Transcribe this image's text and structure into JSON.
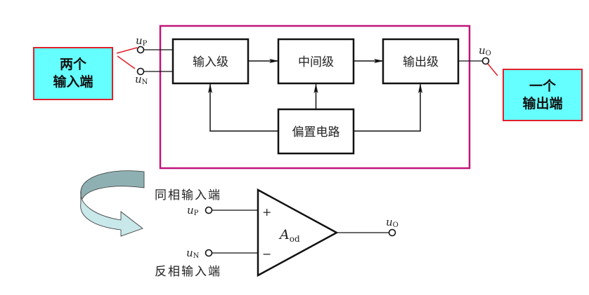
{
  "colors": {
    "outer_frame": "#c0157a",
    "callout_fill": "#66ffff",
    "callout_border": "#e0202a",
    "callout_leader": "#e0202a",
    "line": "#111111",
    "arrow_light": "#c8e8ea",
    "arrow_dark": "#8fb0b2"
  },
  "block_diagram": {
    "blocks": {
      "input_stage": "输入级",
      "middle_stage": "中间级",
      "output_stage": "输出级",
      "bias_circuit": "偏置电路"
    },
    "terminals": {
      "noninverting": {
        "symbol": "u",
        "subscript": "P"
      },
      "inverting": {
        "symbol": "u",
        "subscript": "N"
      },
      "output": {
        "symbol": "u",
        "subscript": "O"
      }
    }
  },
  "callouts": {
    "inputs": {
      "line1": "两个",
      "line2": "输入端"
    },
    "output": {
      "line1": "一个",
      "line2": "输出端"
    }
  },
  "opamp_symbol": {
    "noninverting_label": "同相输入端",
    "inverting_label": "反相输入端",
    "plus_sign": "+",
    "minus_sign": "−",
    "gain": {
      "symbol": "A",
      "subscript": "od"
    },
    "terminals": {
      "noninverting": {
        "symbol": "u",
        "subscript": "P"
      },
      "inverting": {
        "symbol": "u",
        "subscript": "N"
      },
      "output": {
        "symbol": "u",
        "subscript": "O"
      }
    }
  }
}
